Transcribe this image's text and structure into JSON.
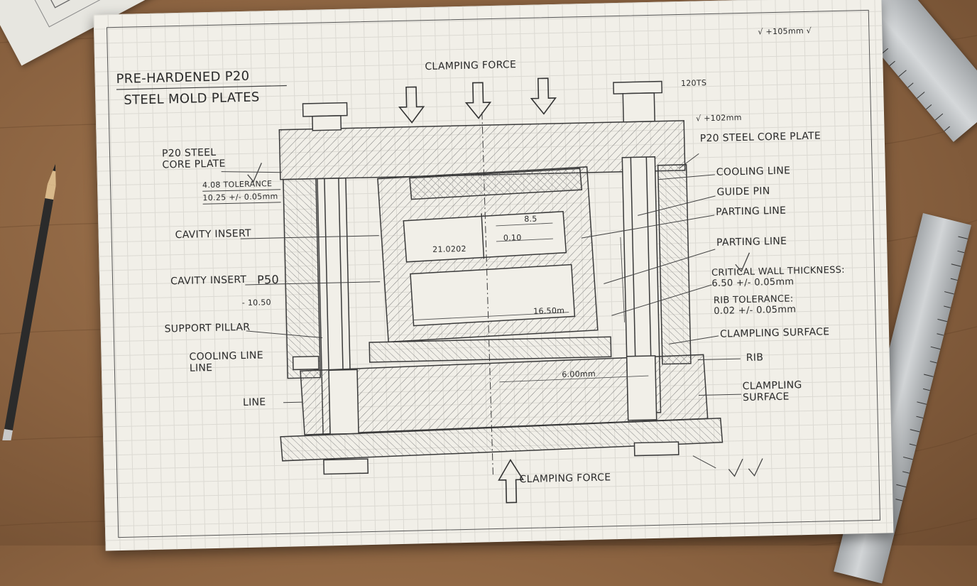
{
  "title": {
    "line1": "PRE-HARDENED P20",
    "line2": "STEEL  MOLD PLATES"
  },
  "labels": {
    "clamping_force_top": "CLAMPING FORCE",
    "clamping_force_bottom": "CLAMPING FORCE",
    "p20_core_plate_left": "P20 STEEL\nCORE PLATE",
    "tolerance_line1": "4.08  TOLERANCE",
    "tolerance_line2": "10.25 +/- 0.05mm",
    "cavity_insert_1": "CAVITY INSERT",
    "cavity_insert_2": "CAVITY INSERT",
    "p50": "P50",
    "dim_left": "- 10.50",
    "support_pillar": "SUPPORT PILLAR",
    "cooling_line_left": "COOLING LINE\nLINE",
    "line_left": "LINE",
    "p20_core_plate_right": "P20 STEEL CORE PLATE",
    "cooling_line_right": "COOLING LINE",
    "guide_pin": "GUIDE PIN",
    "parting_line_1": "PARTING LINE",
    "parting_line_2": "PARTING LINE",
    "critical_wall": "CRITICAL WALL THICKNESS:\n6.50 +/- 0.05mm",
    "rib_tolerance": "RIB TOLERANCE:\n0.02 +/- 0.05mm",
    "clampling_surface_1": "CLAMPLING SURFACE",
    "rib": "RIB",
    "clampling_surface_2": "CLAMPLING\nSURFACE",
    "top_right_note": "√ +105mm √",
    "note_120": "120TS",
    "note_102": "√ +102mm",
    "dim_85": "8.5",
    "dim_010": "0.10",
    "dim_inner": "21.0202",
    "dim_1650": "16.50m",
    "dim_600": "6.00mm"
  },
  "colors": {
    "line": "#3a3a3a",
    "hatch": "#6a6a6a",
    "paper": "#f1efe8",
    "wood": "#8a6240"
  }
}
